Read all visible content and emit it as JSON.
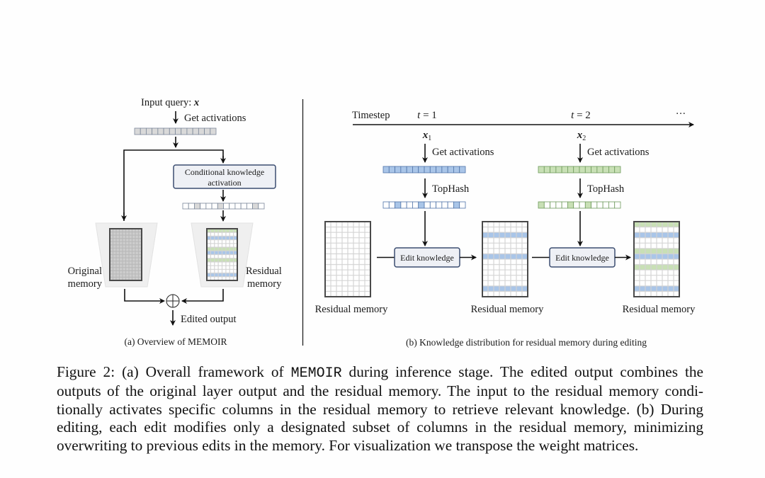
{
  "colors": {
    "blue_fill": "#a9c5e8",
    "blue_stroke": "#4f73a8",
    "green_fill": "#c8e0b5",
    "green_stroke": "#6f9a5c",
    "gray_fill": "#d9d9d9",
    "gray_stroke": "#7b8799",
    "box_fill": "#eef0f5",
    "box_stroke": "#3b4d70",
    "trapezoid_fill": "#efefef",
    "grid_line": "#d3d3d3",
    "original_grid_fill": "#cdcdcd",
    "original_grid_line": "#b9b9b9",
    "grid_border": "#4a4a4a"
  },
  "panel_a": {
    "input_query_label": "Input query: ",
    "input_query_var": "x",
    "get_activations": "Get activations",
    "conditional_box": [
      "Conditional knowledge",
      "activation"
    ],
    "original_memory": [
      "Original",
      "memory"
    ],
    "residual_memory": [
      "Residual",
      "memory"
    ],
    "edited_output": "Edited output",
    "caption": "(a) Overview of MEMOIR",
    "activation_vector": {
      "cells": 14,
      "highlighted": "all",
      "color": "gray"
    },
    "conditional_vector": {
      "cells": 14,
      "highlighted": [
        2,
        6,
        12
      ],
      "color": "gray"
    },
    "original_grid": {
      "rows": 16,
      "cols": 10
    },
    "residual_grid": {
      "rows": 14,
      "cols": 8,
      "blue_rows": [
        2,
        6,
        12
      ],
      "green_rows": [
        0,
        5,
        8
      ]
    },
    "sum_symbol": "⊕"
  },
  "panel_b": {
    "timestep_label": "Timestep",
    "ellipsis": "···",
    "edit_box_label": "Edit knowledge",
    "grid_rows": 14,
    "grid_cols": 8,
    "steps": [
      {
        "t_var": "t",
        "t_eq": " = 1",
        "input_var": "x",
        "input_sub": "1",
        "get_activations": "Get activations",
        "tophash": "TopHash",
        "color": "blue",
        "activation_vector": {
          "cells": 14,
          "highlighted": "all"
        },
        "tophash_vector": {
          "cells": 14,
          "highlighted": [
            2,
            6,
            12
          ]
        }
      },
      {
        "t_var": "t",
        "t_eq": " = 2",
        "input_var": "x",
        "input_sub": "2",
        "get_activations": "Get activations",
        "tophash": "TopHash",
        "color": "green",
        "activation_vector": {
          "cells": 14,
          "highlighted": "all"
        },
        "tophash_vector": {
          "cells": 14,
          "highlighted": [
            0,
            5,
            8
          ]
        }
      }
    ],
    "memories": [
      {
        "label": "Residual memory",
        "blue_rows": [],
        "green_rows": []
      },
      {
        "label": "Residual memory",
        "blue_rows": [
          2,
          6,
          12
        ],
        "green_rows": []
      },
      {
        "label": "Residual memory",
        "blue_rows": [
          2,
          6,
          12
        ],
        "green_rows": [
          0,
          5,
          8
        ]
      }
    ],
    "caption": "(b) Knowledge distribution for residual memory during editing"
  },
  "figure_caption": {
    "line0_prefix": "Figure 2: (a) Overall framework of ",
    "line0_code": "MEMOIR",
    "line0_suffix": " during inference stage. The edited output combines the",
    "lines": [
      "outputs of the original layer output and the residual memory. The input to the residual memory condi-",
      "tionally activates specific columns in the residual memory to retrieve relevant knowledge. (b) During",
      "editing, each edit modifies only a designated subset of columns in the residual memory, minimizing",
      "overwriting to previous edits in the memory. For visualization we transpose the weight matrices."
    ]
  }
}
